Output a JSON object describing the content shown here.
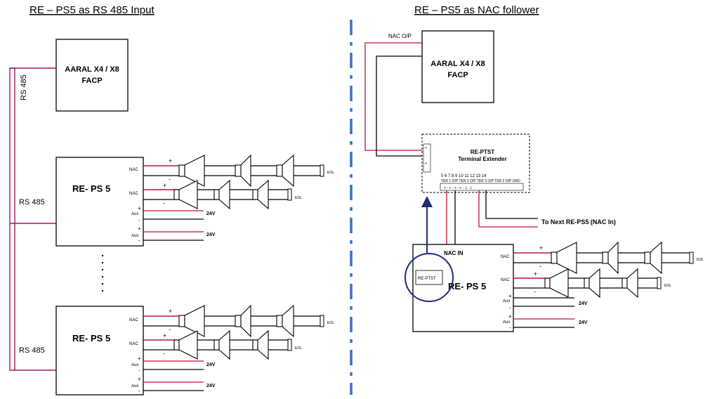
{
  "left": {
    "title": "RE – PS5 as RS 485 Input",
    "facp_line1": "AARAL X4 / X8",
    "facp_line2": "FACP",
    "rs485_vertical": "RS 485",
    "rs485_label": "RS 485",
    "ps5_label": "RE- PS 5",
    "nac": "NAC",
    "aux": "Aux",
    "plus": "+",
    "minus": "-",
    "v24": "24V",
    "eol": "EOL"
  },
  "right": {
    "title": "RE – PS5 as NAC follower",
    "nac_op": "NAC O/P",
    "facp_line1": "AARAL X4 / X8",
    "facp_line2": "FACP",
    "ptst_line1": "RE-PTST",
    "ptst_line2": "Terminal Extender",
    "terminal_numbers": "5  6  7  8  9  10  11  12  13  14",
    "terminal_sublabels": "TER 1 O/P  TER 2 O/P  TER 3 O/P  TER 2 O/P  GRD",
    "to_next": "To Next RE-PS5 (NAC In)",
    "nac_in": "NAC IN",
    "ptst_small": "RE-PTST",
    "ps5_label": "RE- PS 5",
    "nac": "NAC",
    "aux": "Aux",
    "plus": "+",
    "minus": "-",
    "v24": "24V",
    "eol": "EOL"
  },
  "colors": {
    "wire_red": "#c8102e",
    "wire_black": "#000000",
    "rs485_wire": "#a0185a",
    "divider": "#3a6fc4",
    "circle": "#1f2a78"
  }
}
